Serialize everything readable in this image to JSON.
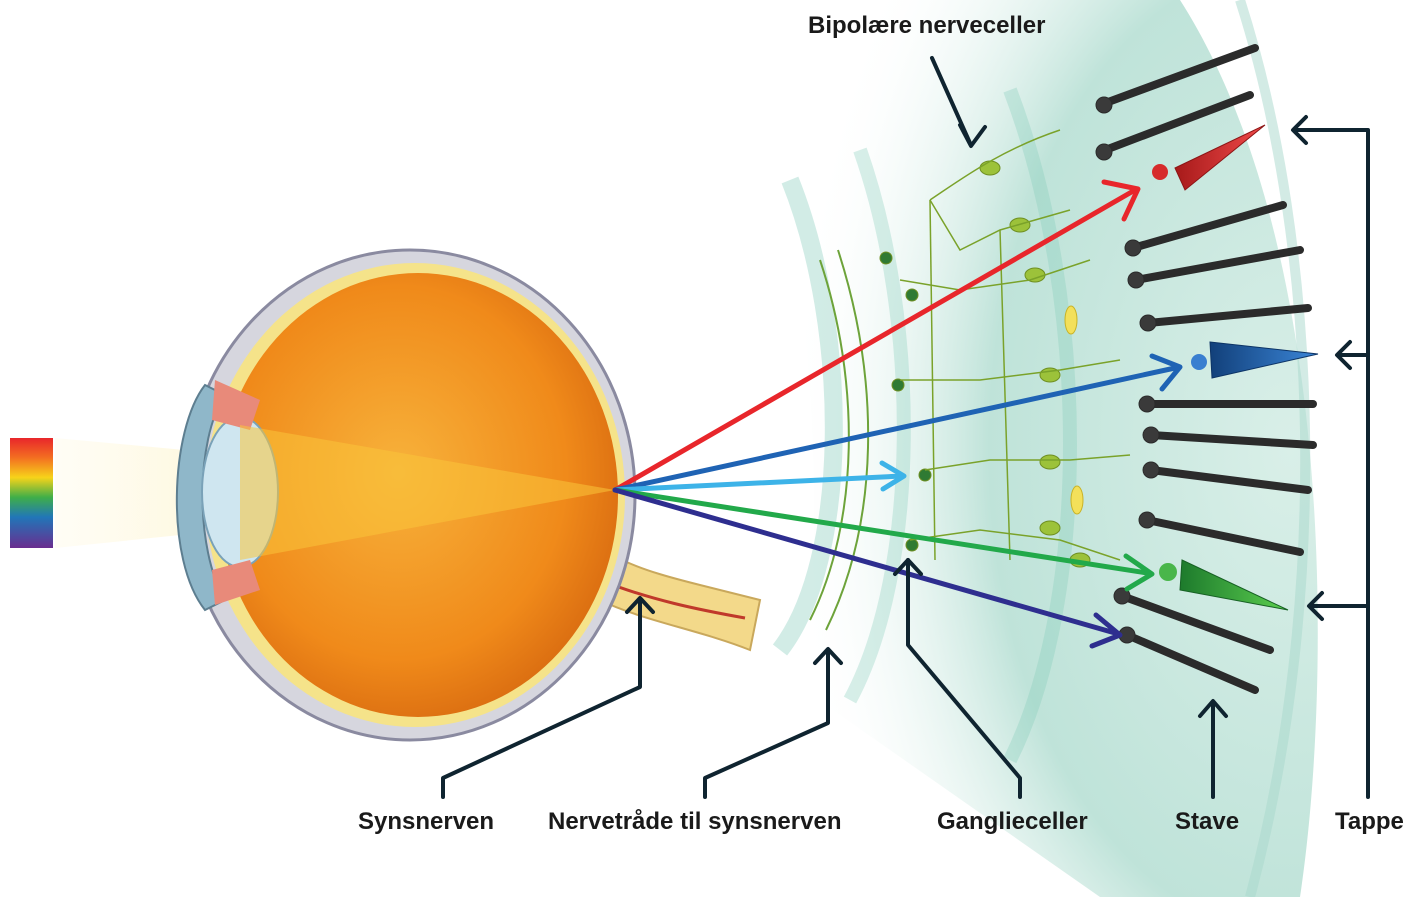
{
  "labels": {
    "bipolar": "Bipolære nerveceller",
    "synsnerven": "Synsnerven",
    "nervetraade": "Nervetråde til synsnerven",
    "ganglieceller": "Ganglieceller",
    "stave": "Stave",
    "tappe": "Tappe"
  },
  "colors": {
    "ray_red": "#e8262b",
    "ray_blue": "#1f63b4",
    "ray_lightblue": "#3db3e8",
    "ray_green": "#22a94a",
    "ray_violet": "#2e2e8f",
    "pointer": "#0f2430",
    "eye_orange": "#f29a1f",
    "retina_tint": "#bfe3d9",
    "neuron_green": "#9cc23a",
    "rod": "#2b2b2b"
  },
  "icons": [
    "spectrum-bar",
    "eyeball-cross-section",
    "retina-layers",
    "rod-cell",
    "cone-cell"
  ]
}
